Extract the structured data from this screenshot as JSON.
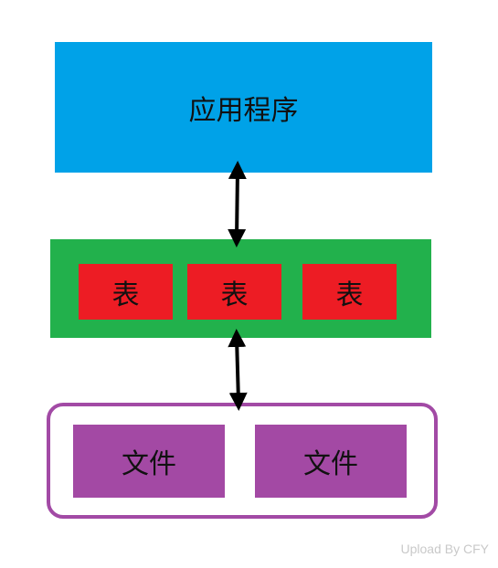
{
  "colors": {
    "app": "#00a2e8",
    "table_layer": "#22b14c",
    "table": "#ed1c24",
    "file_layer_border": "#a24aa5",
    "file": "#a349a4",
    "arrow": "#000000"
  },
  "app_layer": {
    "label": "应用程序"
  },
  "table_layer": {
    "tables": [
      "表",
      "表",
      "表"
    ]
  },
  "file_layer": {
    "files": [
      "文件",
      "文件"
    ]
  },
  "watermark": "Upload By CFY"
}
